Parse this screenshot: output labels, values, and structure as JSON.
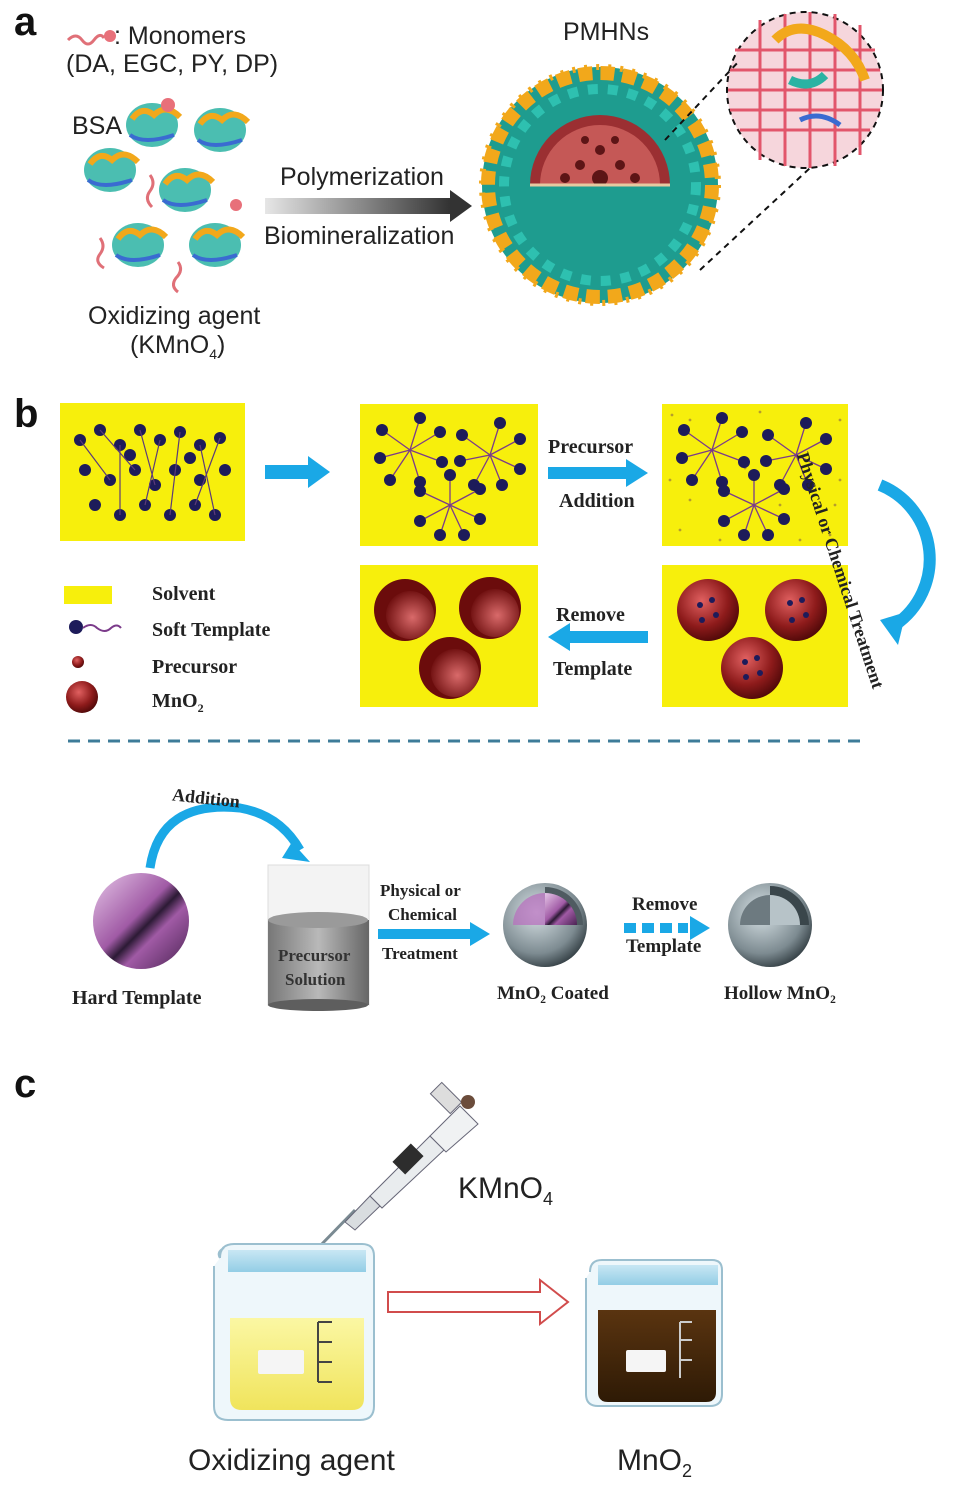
{
  "panel_a": {
    "letter": "a",
    "monomer_label": ": Monomers",
    "monomer_list": "(DA, EGC, PY, DP)",
    "bsa_label": "BSA",
    "oxidizing_label": "Oxidizing agent",
    "oxidizing_formula_main": "(KMnO",
    "oxidizing_formula_sub": "4",
    "oxidizing_formula_end": ")",
    "arrow_top_label": "Polymerization",
    "arrow_bottom_label": "Biomineralization",
    "product_label": "PMHNs"
  },
  "panel_b": {
    "letter": "b",
    "precursor_addition_top": "Precursor",
    "precursor_addition_bottom": "Addition",
    "remove_template_top": "Remove",
    "remove_template_bottom": "Template",
    "curve_label": "Physical or Chemical Treatment",
    "legend": [
      {
        "label": "Solvent",
        "icon": "yellow-swatch-icon"
      },
      {
        "label": "Soft Template",
        "icon": "surfactant-icon"
      },
      {
        "label": "Precursor",
        "icon": "small-red-dot-icon"
      },
      {
        "label": "MnO",
        "sub": "2",
        "icon": "red-sphere-icon"
      }
    ],
    "hard": {
      "addition_label": "Addition",
      "hard_template_label": "Hard Template",
      "precursor_solution_line1": "Precursor",
      "precursor_solution_line2": "Solution",
      "treatment_line1": "Physical or",
      "treatment_line2": "Chemical",
      "treatment_line3": "Treatment",
      "coated_label": "MnO₂ Coated",
      "remove_line1": "Remove",
      "remove_line2": "Template",
      "hollow_label": "Hollow MnO₂"
    },
    "colors": {
      "solvent": "#f7ef0c",
      "arrow": "#1aa8e6",
      "divider": "#3e7c99"
    }
  },
  "panel_c": {
    "letter": "c",
    "reagent_main": "KMnO",
    "reagent_sub": "4",
    "left_label": "Oxidizing agent",
    "right_label_main": "MnO",
    "right_label_sub": "2"
  }
}
